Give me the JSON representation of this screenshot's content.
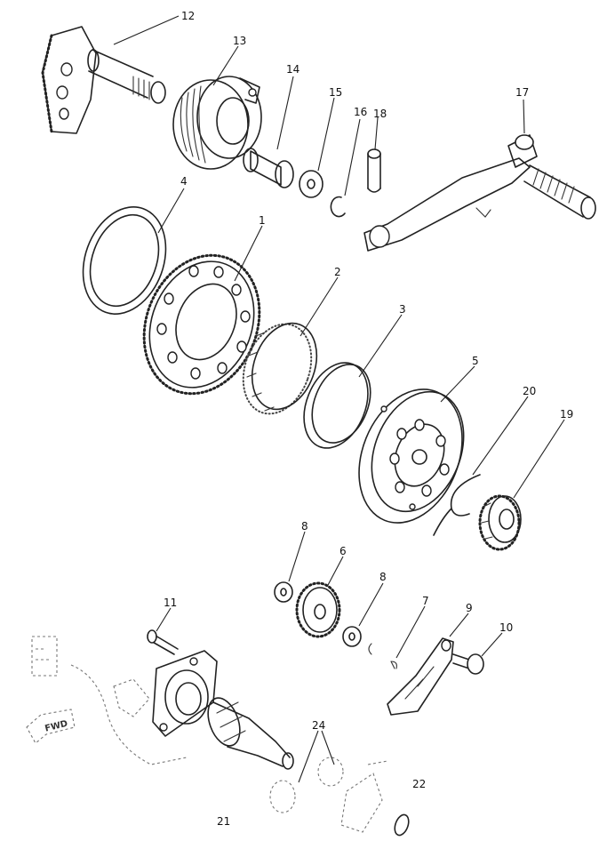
{
  "callouts": {
    "c1": "1",
    "c2": "2",
    "c3": "3",
    "c4": "4",
    "c5": "5",
    "c6": "6",
    "c7": "7",
    "c8a": "8",
    "c8b": "8",
    "c9": "9",
    "c10": "10",
    "c11": "11",
    "c12": "12",
    "c13": "13",
    "c14": "14",
    "c15": "15",
    "c16": "16",
    "c18": "18",
    "c17": "17",
    "c19": "19",
    "c20": "20",
    "c21": "21",
    "c22": "22",
    "c24": "24"
  },
  "fwd_label": "FWD"
}
